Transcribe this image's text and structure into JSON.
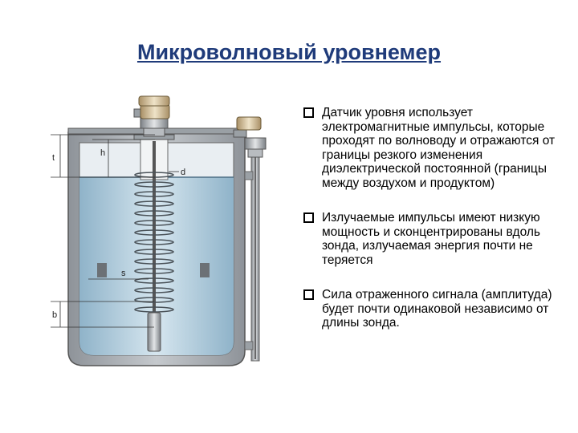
{
  "title": "Микроволновый уровнемер",
  "diagram": {
    "labels": {
      "t": "t",
      "h": "h",
      "d": "d",
      "s": "s",
      "b": "b"
    }
  },
  "bullets": [
    {
      "text": "Датчик уровня использует электромагнитные импульсы, которые проходят по волноводу и отражаются от границы резкого изменения диэлектрической постоянной (границы между воздухом и продуктом)"
    },
    {
      "text": "Излучаемые импульсы имеют низкую мощность и сконцентрированы вдоль зонда, излучаемая энергия почти не теряется"
    },
    {
      "text": "Сила отраженного сигнала (амплитуда) будет почти одинаковой независимо от длины зонда."
    }
  ]
}
